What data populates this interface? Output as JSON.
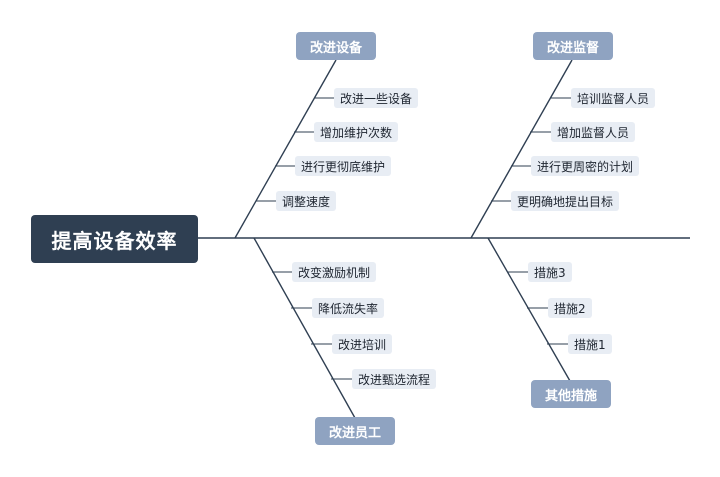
{
  "head": "提高设备效率",
  "categories": {
    "equipment": {
      "label": "改进设备",
      "causes": [
        "改进一些设备",
        "增加维护次数",
        "进行更彻底维护",
        "调整速度"
      ]
    },
    "supervision": {
      "label": "改进监督",
      "causes": [
        "培训监督人员",
        "增加监督人员",
        "进行更周密的计划",
        "更明确地提出目标"
      ]
    },
    "staff": {
      "label": "改进员工",
      "causes": [
        "改变激励机制",
        "降低流失率",
        "改进培训",
        "改进甄选流程"
      ]
    },
    "other": {
      "label": "其他措施",
      "causes": [
        "措施3",
        "措施2",
        "措施1"
      ]
    }
  }
}
